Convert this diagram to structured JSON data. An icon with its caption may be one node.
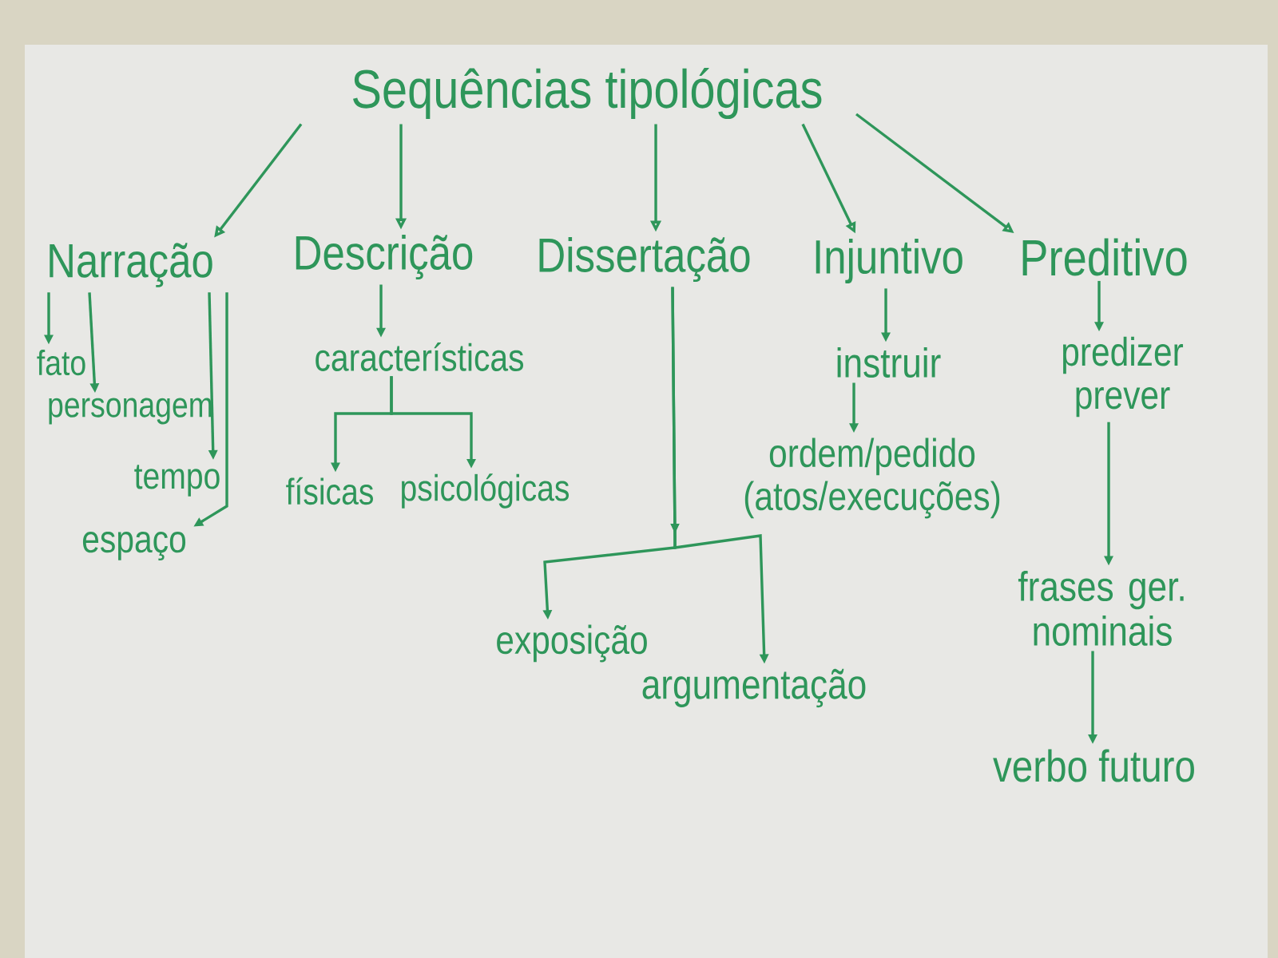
{
  "diagram": {
    "nodes": [
      {
        "text": [
          "Sequências tipológicas"
        ]
      },
      {
        "text": [
          "Narração"
        ]
      },
      {
        "text": [
          "Descrição"
        ]
      },
      {
        "text": [
          "Dissertação"
        ]
      },
      {
        "text": [
          "Injuntivo"
        ]
      },
      {
        "text": [
          "Preditivo"
        ]
      },
      {
        "text": [
          "fato"
        ]
      },
      {
        "text": [
          "personagem"
        ]
      },
      {
        "text": [
          "tempo"
        ]
      },
      {
        "text": [
          "espaço"
        ]
      },
      {
        "text": [
          "características"
        ]
      },
      {
        "text": [
          "físicas"
        ]
      },
      {
        "text": [
          "psicológicas"
        ]
      },
      {
        "text": [
          "exposição"
        ]
      },
      {
        "text": [
          "argumentação"
        ]
      },
      {
        "text": [
          "instruir"
        ]
      },
      {
        "text": [
          "ordem/pedido (atos/execuções)"
        ]
      },
      {
        "text": [
          "predizer prever"
        ]
      },
      {
        "text": [
          "frases ger. nominais"
        ]
      },
      {
        "text": [
          "verbo futuro"
        ]
      }
    ],
    "edges": [
      {
        "from": 0,
        "to": 1,
        "arrow": "to"
      },
      {
        "from": 0,
        "to": 2,
        "arrow": "to"
      },
      {
        "from": 0,
        "to": 3,
        "arrow": "to"
      },
      {
        "from": 0,
        "to": 4,
        "arrow": "to"
      },
      {
        "from": 0,
        "to": 5,
        "arrow": "to"
      },
      {
        "from": 1,
        "to": 6,
        "arrow": "to"
      },
      {
        "from": 1,
        "to": 7,
        "arrow": "to"
      },
      {
        "from": 1,
        "to": 8,
        "arrow": "to"
      },
      {
        "from": 1,
        "to": 9,
        "arrow": "to"
      },
      {
        "from": 2,
        "to": 10,
        "arrow": "to"
      },
      {
        "from": 10,
        "to": 11,
        "arrow": "to"
      },
      {
        "from": 10,
        "to": 12,
        "arrow": "to"
      },
      {
        "from": 3,
        "to": 13,
        "arrow": "to"
      },
      {
        "from": 3,
        "to": 14,
        "arrow": "to"
      },
      {
        "from": 4,
        "to": 15,
        "arrow": "to"
      },
      {
        "from": 15,
        "to": 16,
        "arrow": "to"
      },
      {
        "from": 5,
        "to": 17,
        "arrow": "to"
      },
      {
        "from": 17,
        "to": 18,
        "arrow": "to"
      },
      {
        "from": 18,
        "to": 19,
        "arrow": "to"
      }
    ]
  }
}
